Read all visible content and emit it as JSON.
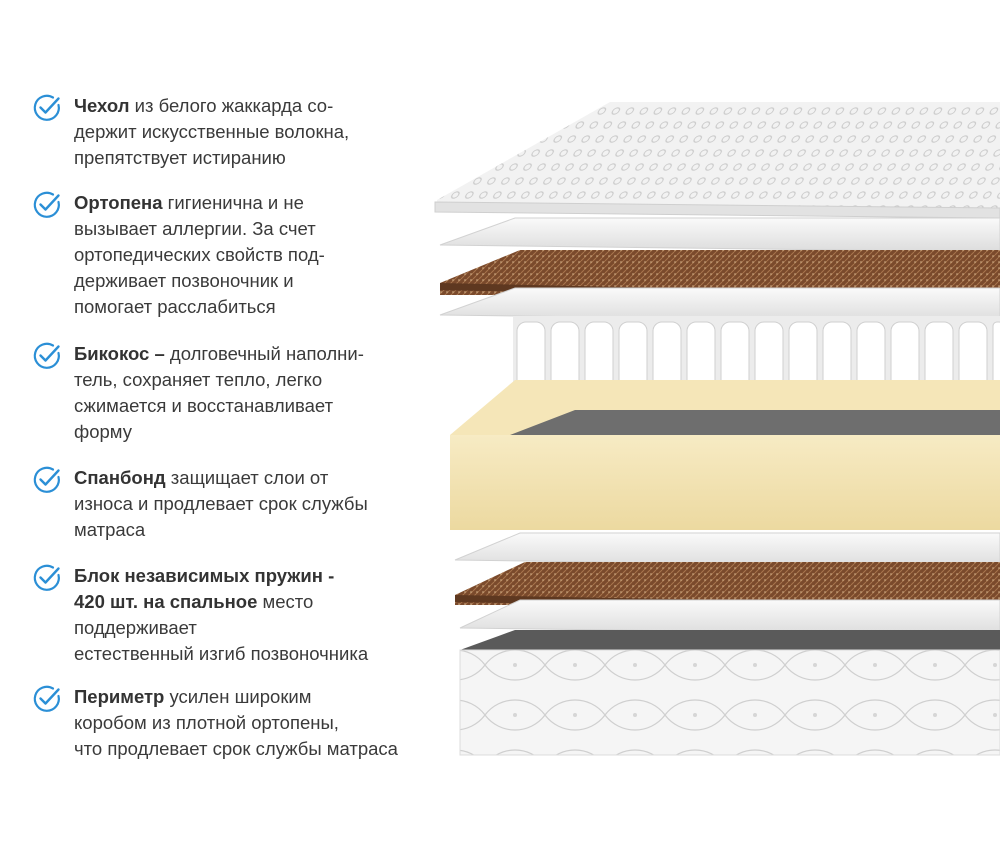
{
  "features": [
    {
      "lines": [
        {
          "bold": "Чехол",
          "text": " из белого жаккарда со-"
        },
        {
          "bold": "",
          "text": "держит искусственные волокна,"
        },
        {
          "bold": "",
          "text": "препятствует истиранию"
        }
      ]
    },
    {
      "lines": [
        {
          "bold": "Ортопена",
          "text": " гигиенична и не"
        },
        {
          "bold": "",
          "text": "вызывает  аллергии. За счет"
        },
        {
          "bold": "",
          "text": "ортопедических свойств под-"
        },
        {
          "bold": "",
          "text": "держивает позвоночник и"
        },
        {
          "bold": "",
          "text": "помогает расслабиться"
        }
      ]
    },
    {
      "lines": [
        {
          "bold": "Бикокос –",
          "text": " долговечный наполни-"
        },
        {
          "bold": "",
          "text": "тель, сохраняет тепло, легко"
        },
        {
          "bold": "",
          "text": "сжимается и восстанавливает"
        },
        {
          "bold": "",
          "text": "форму"
        }
      ]
    },
    {
      "lines": [
        {
          "bold": "Спанбонд",
          "text": " защищает слои от"
        },
        {
          "bold": "",
          "text": "износа и продлевает срок службы"
        },
        {
          "bold": "",
          "text": "матраса"
        }
      ]
    },
    {
      "lines": [
        {
          "bold": "Блок независимых пружин -",
          "text": ""
        },
        {
          "bold": "420 шт. на спальное",
          "text": " место"
        },
        {
          "bold": "",
          "text": "поддерживает"
        },
        {
          "bold": "",
          "text": "естественный изгиб позвоночника"
        }
      ]
    },
    {
      "lines": [
        {
          "bold": "Периметр",
          "text": " усилен широким"
        },
        {
          "bold": "",
          "text": "коробом из плотной ортопены,"
        },
        {
          "bold": "",
          "text": "что продлевает срок службы матраса"
        }
      ]
    }
  ],
  "colors": {
    "check_accent": "#2b8fd6",
    "text": "#3a3a3a",
    "foam": "#f3e3b3",
    "coconut": "#7a4a2c",
    "fabric": "#f4f4f4"
  },
  "icons": {
    "feature": "check-circle-icon"
  }
}
